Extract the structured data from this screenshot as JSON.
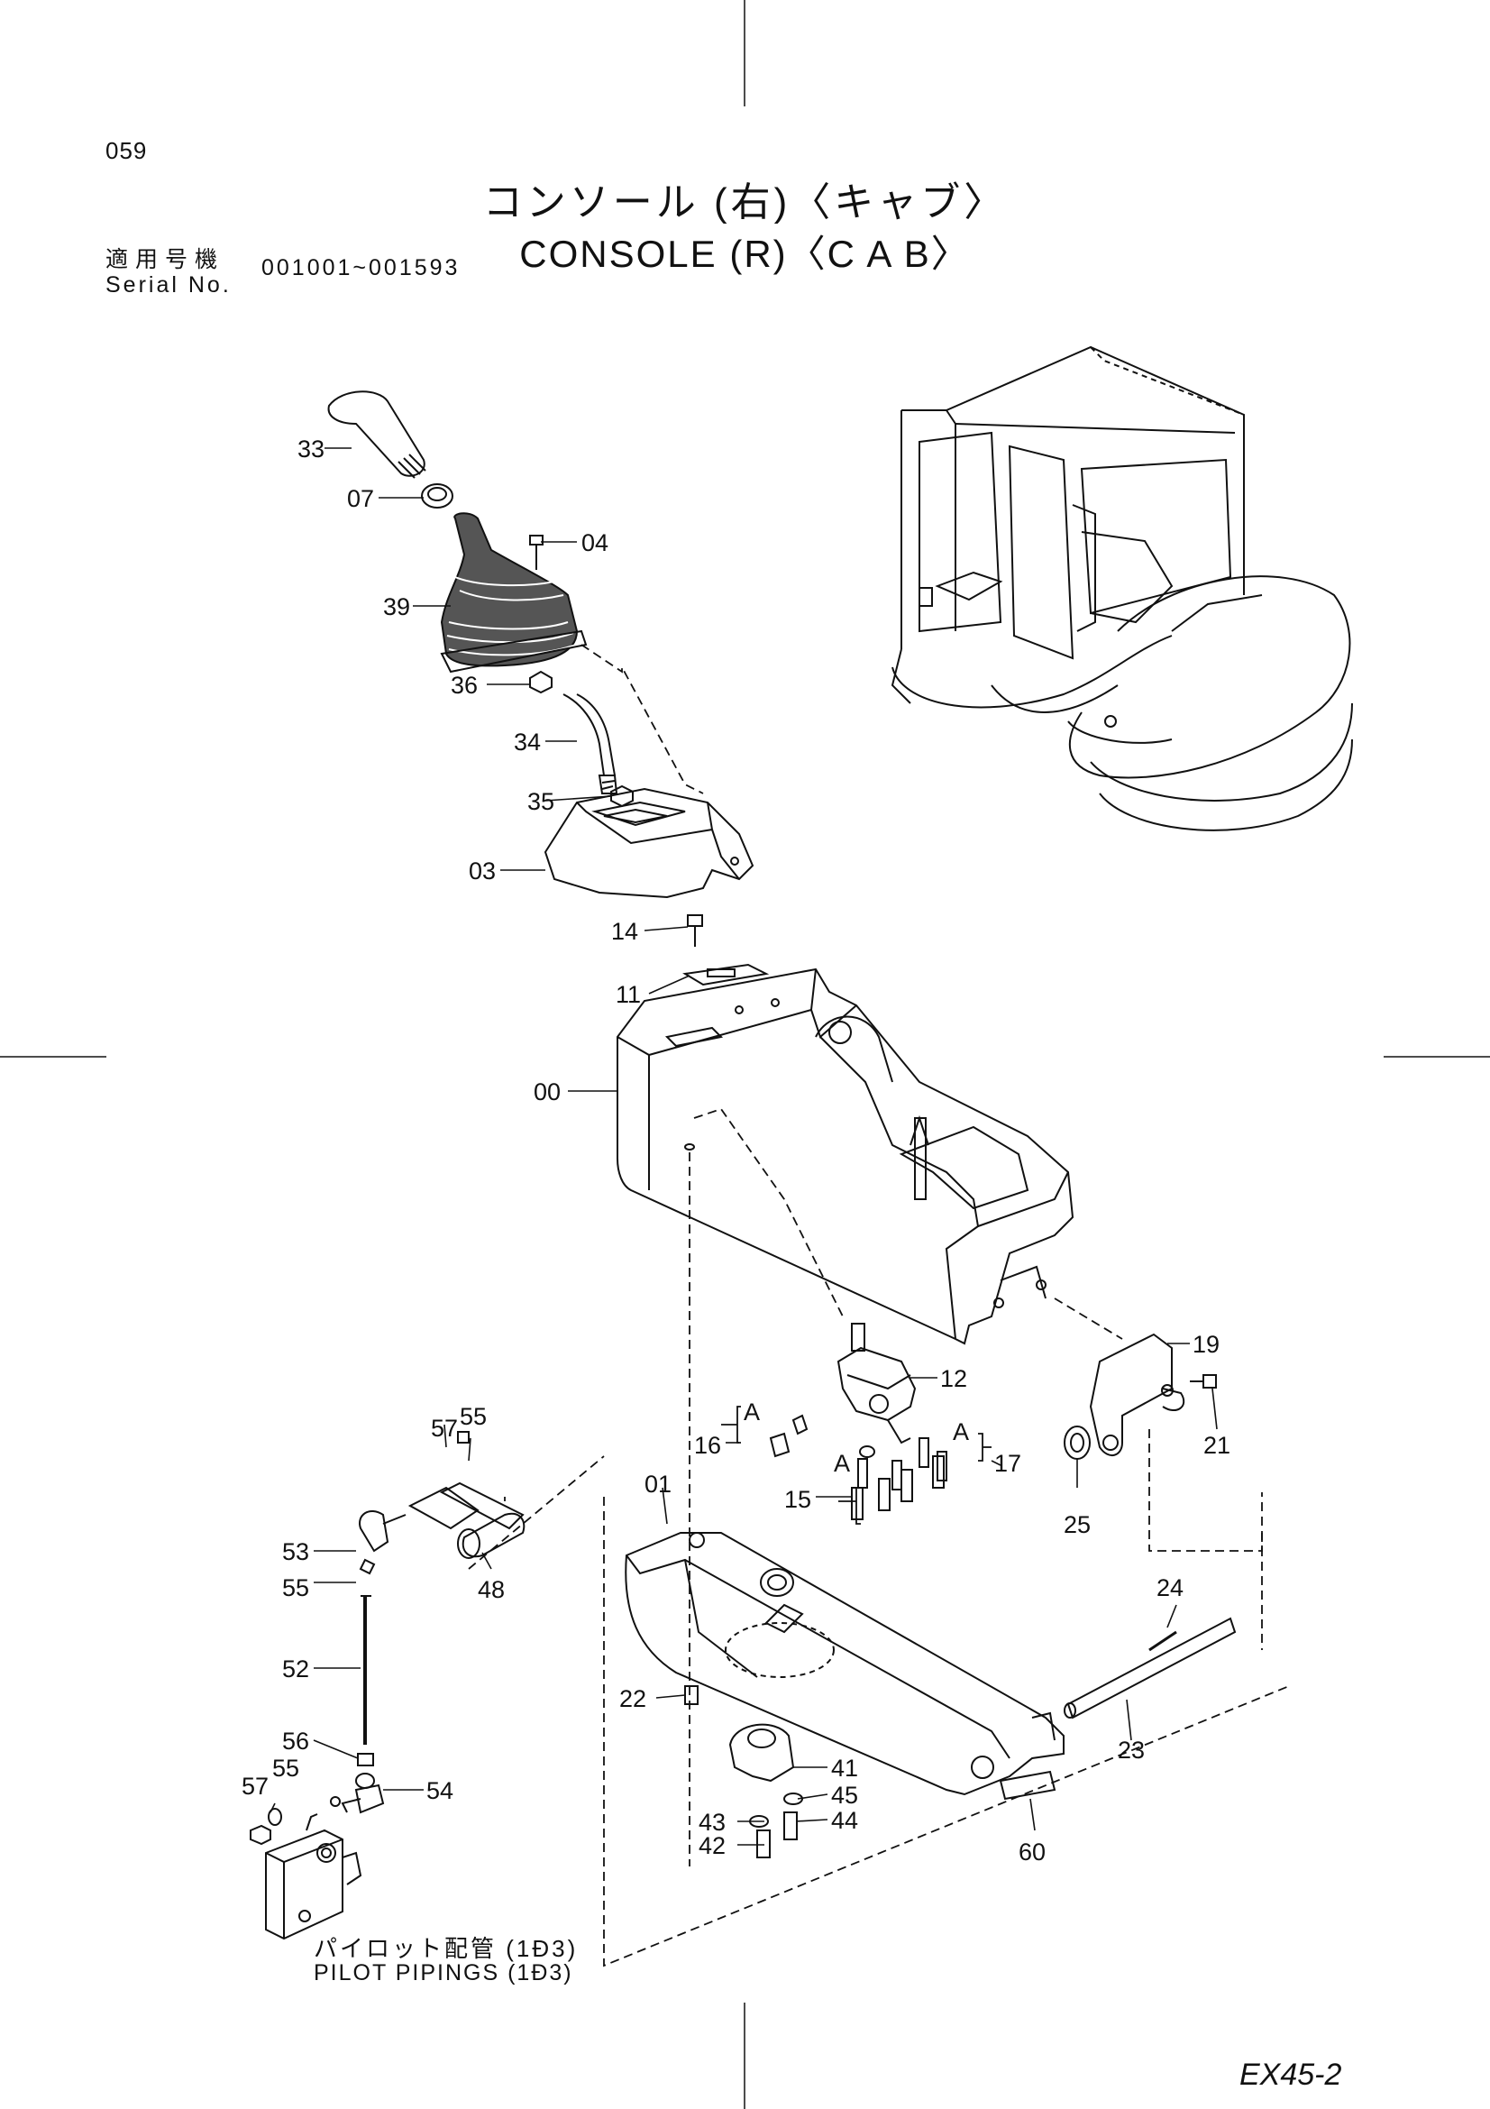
{
  "page_number": "059",
  "title_jp": "コンソール (右)〈キャブ〉",
  "title_en": "CONSOLE (R)〈C A B〉",
  "serial_label_jp": "適用号機",
  "serial_label_en": "Serial No.",
  "serial_range": "001001~001593",
  "model": "EX45-2",
  "pilot_jp": "パイロット配管 (1Ð3)",
  "pilot_en": "PILOT PIPINGS (1Ð3)",
  "parts": [
    "33",
    "07",
    "04",
    "39",
    "36",
    "34",
    "35",
    "03",
    "14",
    "11",
    "00",
    "19",
    "12",
    "21",
    "17",
    "16",
    "15",
    "25",
    "01",
    "57",
    "55",
    "53",
    "48",
    "52",
    "56",
    "54",
    "22",
    "24",
    "23",
    "41",
    "45",
    "43",
    "44",
    "42",
    "60"
  ],
  "callouts": [
    "A",
    "A",
    "A"
  ],
  "icons": [
    "cab-illustration",
    "console-assembly",
    "lever-knob",
    "boot",
    "pilot-valve",
    "link-rod",
    "block-valve"
  ]
}
